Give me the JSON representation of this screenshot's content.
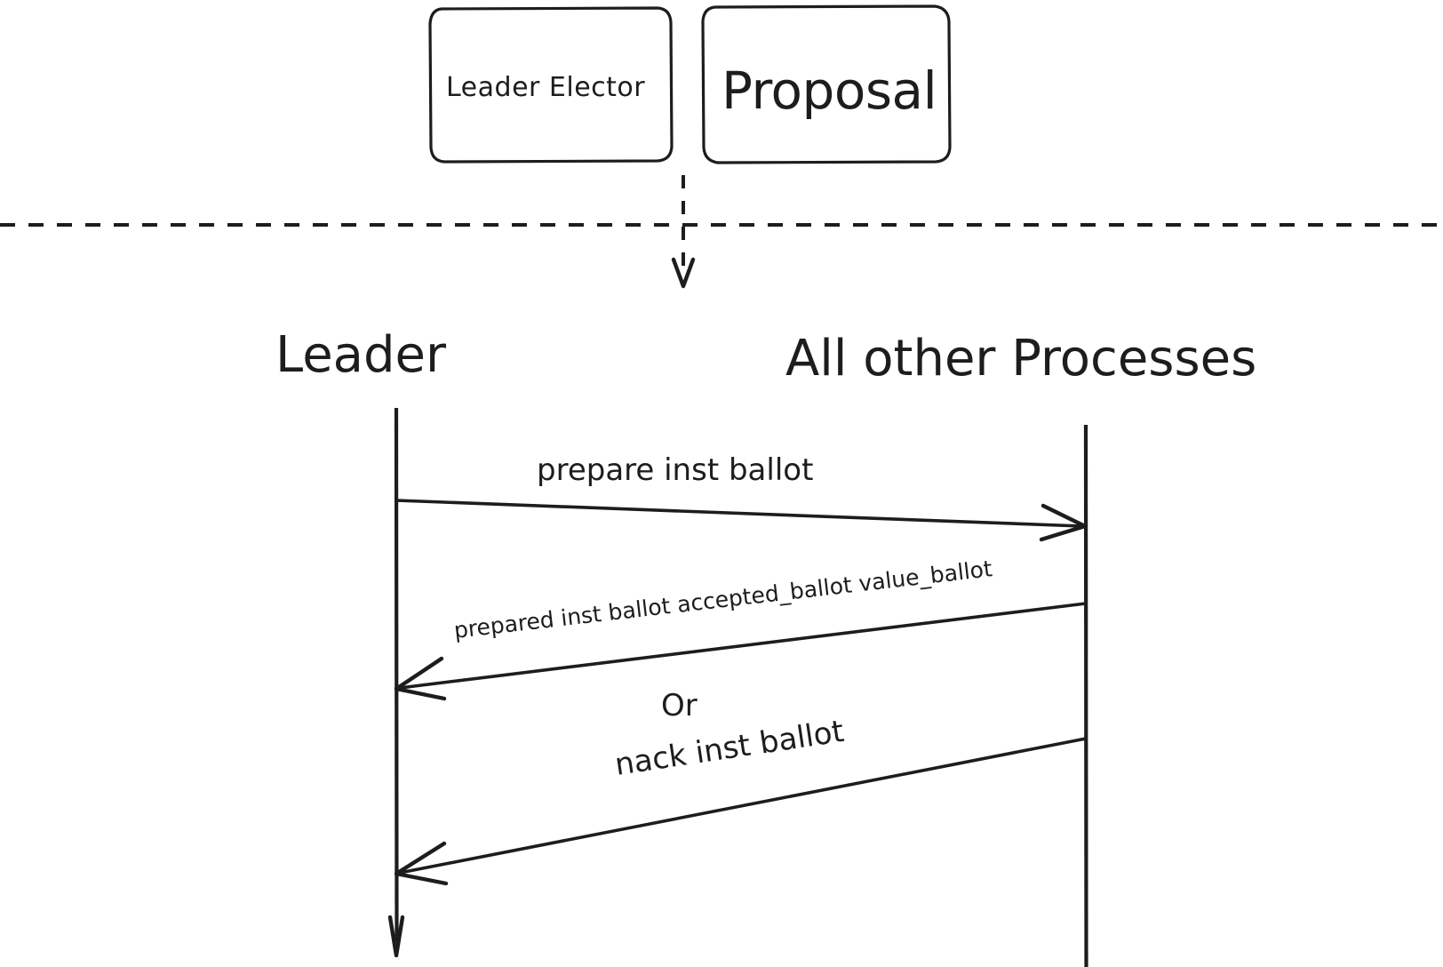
{
  "diagram": {
    "type": "sequence-diagram",
    "title_boxes": [
      {
        "id": "leader-elector",
        "label": "Leader Elector"
      },
      {
        "id": "proposal",
        "label": "Proposal"
      }
    ],
    "separator": {
      "style": "dashed-horizontal"
    },
    "flow_arrow": {
      "style": "dashed-vertical-down"
    },
    "participants": [
      {
        "id": "leader",
        "label": "Leader"
      },
      {
        "id": "all-other-processes",
        "label": "All other Processes"
      }
    ],
    "messages": [
      {
        "id": "prepare",
        "label": "prepare inst ballot",
        "direction": "left-to-right",
        "size": "large"
      },
      {
        "id": "prepared",
        "label": "prepared inst ballot accepted_ballot value_ballot",
        "direction": "right-to-left",
        "size": "small"
      },
      {
        "id": "or",
        "label": "Or",
        "direction": "none",
        "size": "large"
      },
      {
        "id": "nack",
        "label": "nack inst ballot",
        "direction": "right-to-left",
        "size": "large"
      }
    ],
    "colors": {
      "ink": "#1d1d1d",
      "background": "#ffffff"
    }
  }
}
